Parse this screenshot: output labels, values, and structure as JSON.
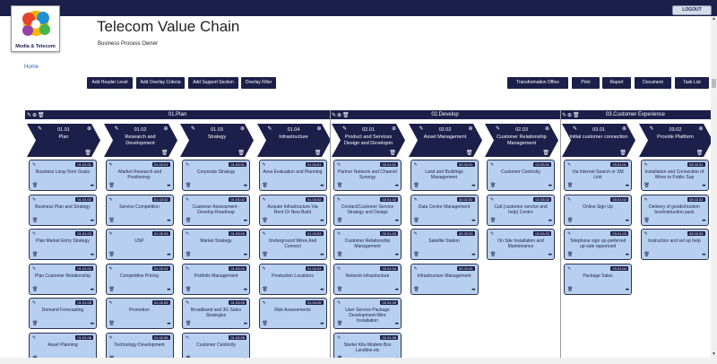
{
  "header": {
    "title": "Telecom Value Chain",
    "subtitle": "Business Process Owner",
    "logout_label": "LOGOUT",
    "logo_caption": "Media & Telecom",
    "breadcrumb": "Home"
  },
  "toolbar": {
    "left": [
      "Add Header Level",
      "Add Overlay Criteria",
      "Add Support Section",
      "Overlay Filter"
    ],
    "right": [
      "Transformation Office",
      "Print",
      "Report",
      "Document",
      "Task List"
    ]
  },
  "icons": {
    "edit": "edit-icon",
    "add": "add-circle-icon",
    "delete": "trash-icon",
    "more": "more-dots-icon"
  },
  "colors": {
    "navy": "#1b1f4a",
    "card": "#b8d0f0"
  },
  "sections": [
    {
      "title": "01.Plan",
      "stages": [
        {
          "num": "01.01",
          "name": "Plan",
          "cards": [
            {
              "id": "01.01.01",
              "name": "Business Long-Term Goals"
            },
            {
              "id": "01.01.02",
              "name": "Business Plan and Strategy"
            },
            {
              "id": "01.01.03",
              "name": "Plan Market Entry Strategy"
            },
            {
              "id": "01.01.04",
              "name": "Plan Customer Relationship"
            },
            {
              "id": "01.01.05",
              "name": "Demand Forecasting"
            },
            {
              "id": "01.01.06",
              "name": "Asset Planning"
            }
          ]
        },
        {
          "num": "01.02",
          "name": "Research and Development",
          "cards": [
            {
              "id": "01.02.01",
              "name": "-Market Research and Positioning-"
            },
            {
              "id": "01.02.02",
              "name": "Service Competition"
            },
            {
              "id": "01.02.03",
              "name": "USP"
            },
            {
              "id": "01.02.04",
              "name": "Competitive Pricing"
            },
            {
              "id": "01.02.05",
              "name": "Promotion"
            },
            {
              "id": "01.02.06",
              "name": "Technology Development"
            }
          ]
        },
        {
          "num": "01.03",
          "name": "Strategy",
          "cards": [
            {
              "id": "01.03.01",
              "name": "Corporate Strategy"
            },
            {
              "id": "01.03.02",
              "name": "Customer Assessment - Develop Roadmap"
            },
            {
              "id": "01.03.03",
              "name": "Market Strategy"
            },
            {
              "id": "01.03.04",
              "name": "Portfolio Management"
            },
            {
              "id": "01.03.05",
              "name": "Broadband and 3G Sales Strategies"
            },
            {
              "id": "01.03.06",
              "name": "Customer Centricity"
            }
          ]
        },
        {
          "num": "01.04",
          "name": "Infrastructure",
          "cards": [
            {
              "id": "01.04.01",
              "name": "Area Evaluation and Planning"
            },
            {
              "id": "01.04.02",
              "name": "Acquire Infrastructure Via Rent Or New Build"
            },
            {
              "id": "01.04.03",
              "name": "Underground Wires And Connect"
            },
            {
              "id": "01.04.04",
              "name": "Production Locations"
            },
            {
              "id": "01.04.05",
              "name": "Risk Assessments"
            }
          ]
        }
      ]
    },
    {
      "title": "02.Develop",
      "stages": [
        {
          "num": "02.01",
          "name": "Product and Services Design and Developm",
          "cards": [
            {
              "id": "02.01.01",
              "name": "Partner Network and Channel Synergy"
            },
            {
              "id": "02.01.02",
              "name": "Contact/Customer Service Strategy and Design"
            },
            {
              "id": "02.01.03",
              "name": "Customer Relationship Management"
            },
            {
              "id": "02.01.04",
              "name": "Network infrastructure"
            },
            {
              "id": "02.01.05",
              "name": "User Service Package Development-Wire Installation"
            },
            {
              "id": "02.01.06",
              "name": "Starter Kits-Modem Box Landline etc"
            }
          ]
        },
        {
          "num": "02.02",
          "name": "Asset Management",
          "cards": [
            {
              "id": "02.02.01",
              "name": "Land and Buildings Management"
            },
            {
              "id": "02.02.02",
              "name": "Data Centre Management"
            },
            {
              "id": "02.02.03",
              "name": "Satellite Station"
            },
            {
              "id": "02.02.04",
              "name": "Infrastructure Management"
            }
          ]
        },
        {
          "num": "02.03",
          "name": "Customer Relationship Management",
          "cards": [
            {
              "id": "02.03.01",
              "name": "Customer Centricity"
            },
            {
              "id": "02.03.02",
              "name": "Call (customer service and help) Centre"
            },
            {
              "id": "02.03.03",
              "name": "On Site Installation and Maintenance"
            }
          ]
        }
      ]
    },
    {
      "title": "03.Customer Experience",
      "stages": [
        {
          "num": "03.01",
          "name": "Initial customer connection",
          "cards": [
            {
              "id": "03.01.01",
              "name": "Via Internet Search or SM Link"
            },
            {
              "id": "03.01.02",
              "name": "Online Sign Up"
            },
            {
              "id": "03.01.03",
              "name": "Telephone sign up-preferred up-sale opportunit"
            },
            {
              "id": "03.01.04",
              "name": "Package Sales"
            }
          ]
        },
        {
          "num": "03.02",
          "name": "Provide Platform",
          "cards": [
            {
              "id": "03.02.01",
              "name": "Installation and Connection of Wires to Public Sup"
            },
            {
              "id": "03.02.02",
              "name": "Delivery of goods/modem box/instruction pack"
            },
            {
              "id": "03.02.03",
              "name": "Instruction and set up help"
            }
          ]
        }
      ]
    }
  ]
}
